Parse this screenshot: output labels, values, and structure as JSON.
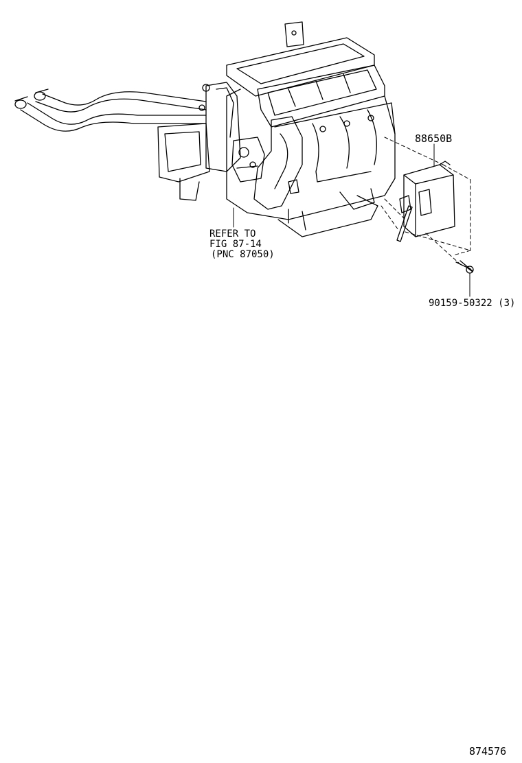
{
  "labels": {
    "part_88650b": "88650B",
    "refer_line1": "REFER TO",
    "refer_line2": "FIG 87-14",
    "refer_line3": "(PNC 87050)",
    "part_90159": "90159-50322 (3)",
    "diagram_number": "874576"
  },
  "parts": [
    {
      "name": "heater-unit-assembly",
      "reference": "FIG 87-14 (PNC 87050)"
    },
    {
      "name": "air-conditioner-amplifier",
      "part_number": "88650B"
    },
    {
      "name": "screw",
      "part_number": "90159-50322",
      "quantity": 3
    }
  ]
}
